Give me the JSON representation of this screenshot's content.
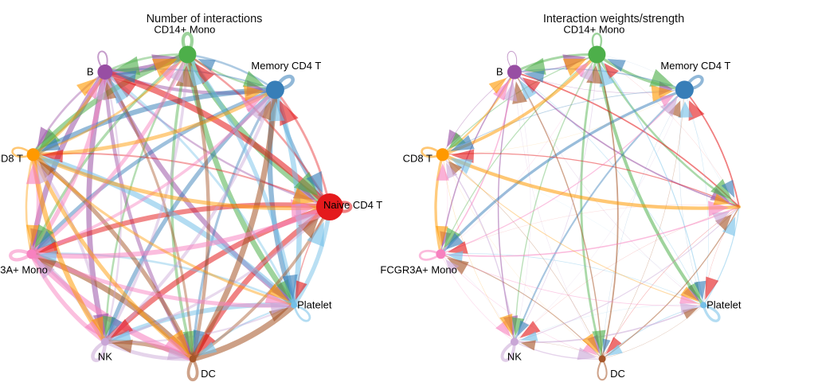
{
  "panels": [
    {
      "title": "Number of interactions"
    },
    {
      "title": "Interaction weights/strength"
    }
  ],
  "nodes": [
    {
      "id": "B",
      "label": "B",
      "color": "#984ea3"
    },
    {
      "id": "CD14",
      "label": "CD14+ Mono",
      "color": "#4daf4a"
    },
    {
      "id": "MemCD4",
      "label": "Memory CD4 T",
      "color": "#377eb8"
    },
    {
      "id": "NaiveCD4",
      "label": "Naive CD4 T",
      "color": "#e41a1c"
    },
    {
      "id": "Platelet",
      "label": "Platelet",
      "color": "#74c0e8"
    },
    {
      "id": "DC",
      "label": "DC",
      "color": "#a65628"
    },
    {
      "id": "NK",
      "label": "NK",
      "color": "#c9a6d6"
    },
    {
      "id": "FCGR3A",
      "label": "FCGR3A+ Mono",
      "color": "#f781bf"
    },
    {
      "id": "CD8",
      "label": "CD8 T",
      "color": "#ff9900"
    }
  ]
}
